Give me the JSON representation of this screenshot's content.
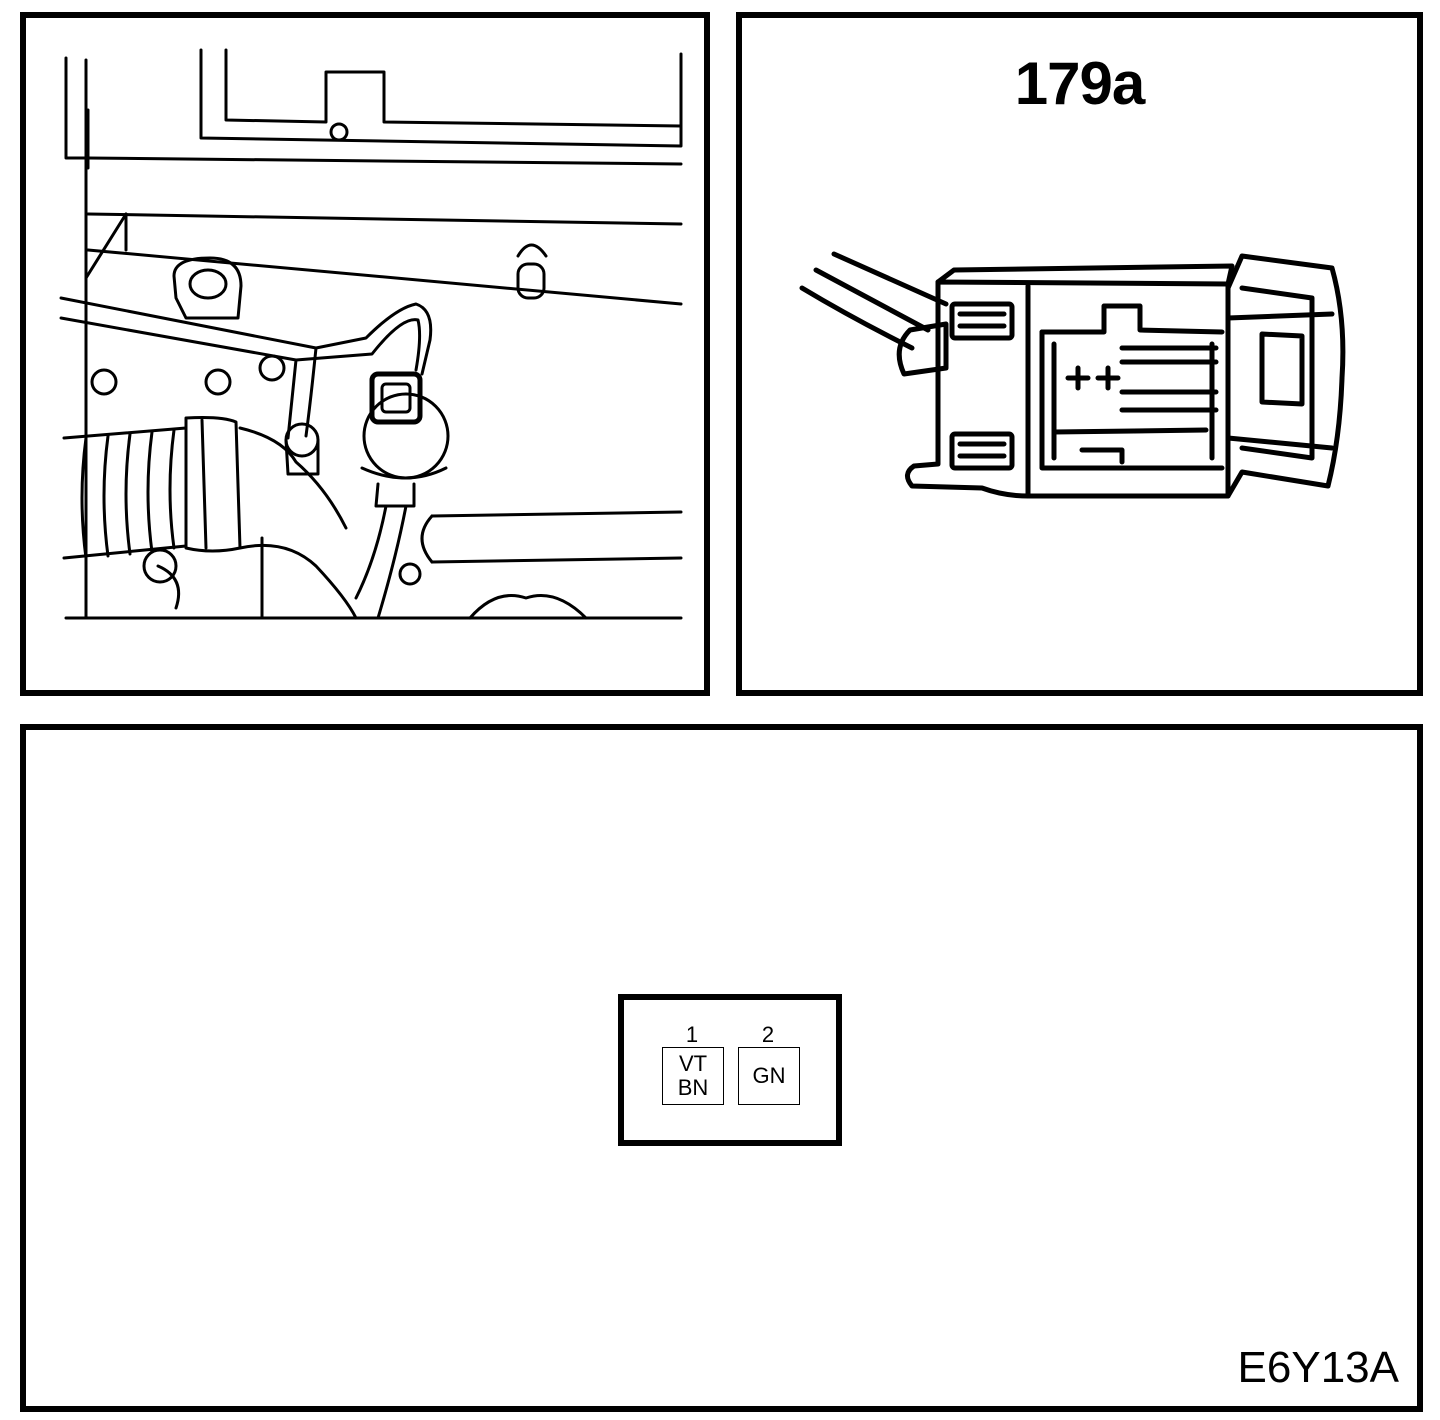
{
  "connector": {
    "id": "179a"
  },
  "pinout": {
    "pins": [
      {
        "number": "1",
        "colors": [
          "VT",
          "BN"
        ]
      },
      {
        "number": "2",
        "colors": [
          "GN"
        ]
      }
    ]
  },
  "figure": {
    "code": "E6Y13A"
  }
}
